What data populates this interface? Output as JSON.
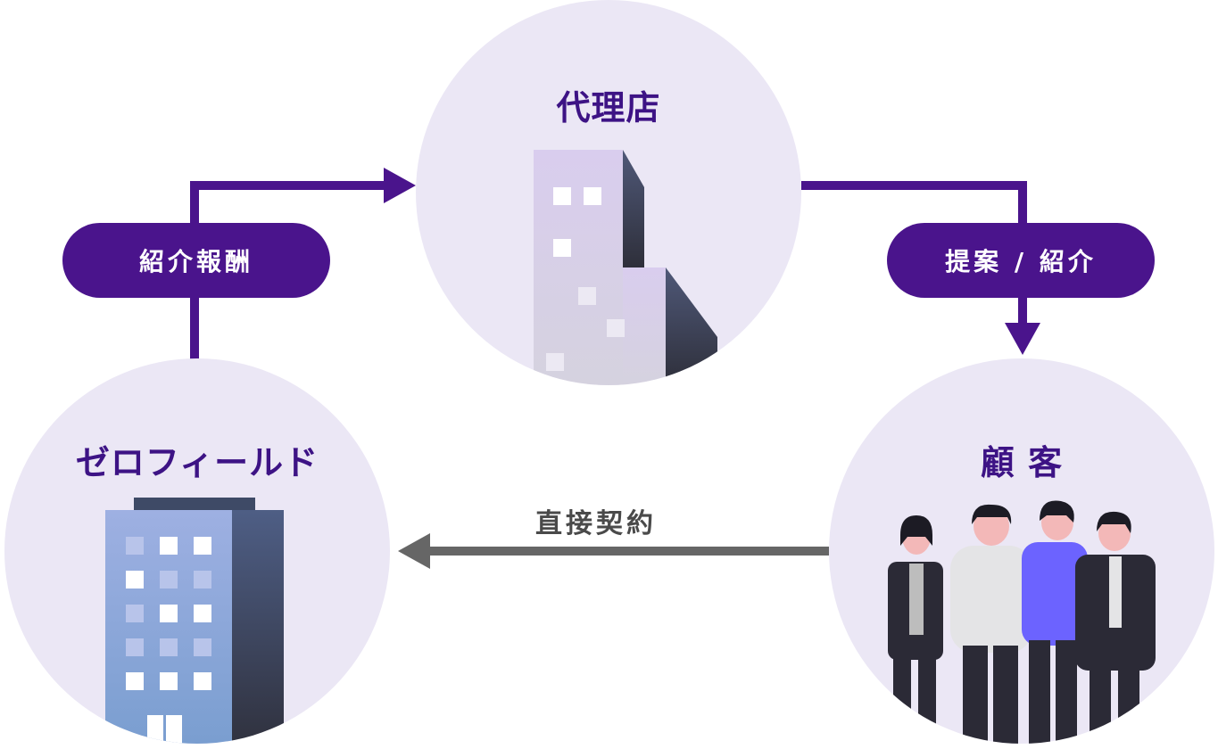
{
  "nodes": {
    "agency": {
      "label": "代理店"
    },
    "zerofield": {
      "label": "ゼロフィールド"
    },
    "client": {
      "label": "顧 客"
    }
  },
  "edges": {
    "commission": {
      "label": "紹介報酬"
    },
    "proposal": {
      "label": "提案 / 紹介"
    },
    "direct_contract": {
      "label": "直接契約"
    }
  },
  "colors": {
    "accent": "#4a148c",
    "title": "#3d1385",
    "circle_bg": "#ebe7f5",
    "contract_arrow": "#666666"
  }
}
